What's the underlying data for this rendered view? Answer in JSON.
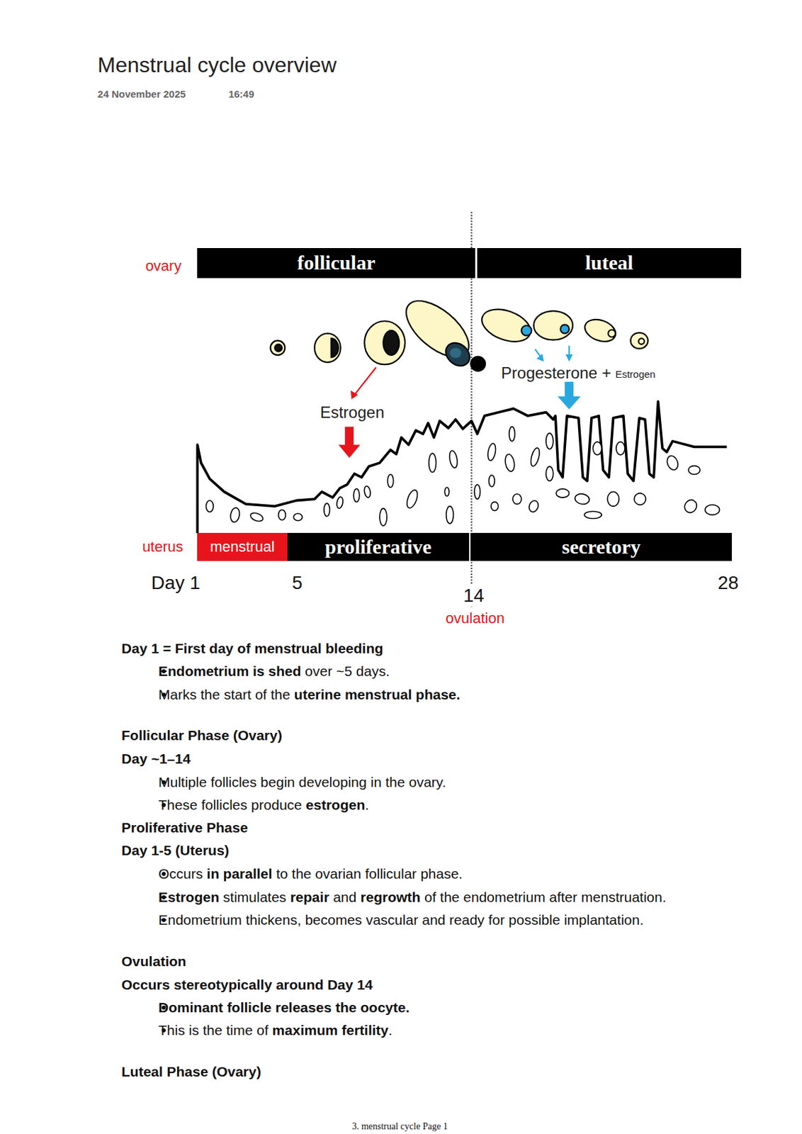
{
  "diagram": {
    "title": "Menstrual cycle overview",
    "nodes": [
      {
        "text": [
          "follicular"
        ]
      },
      {
        "text": [
          "luteal"
        ]
      },
      {
        "text": [
          "menstrual"
        ]
      },
      {
        "text": [
          "proliferative"
        ]
      },
      {
        "text": [
          "secretory"
        ]
      }
    ],
    "labels": [
      "24 November 2025",
      "16:49",
      "ovary",
      "Estrogen",
      "Progesterone +",
      "Estrogen",
      "uterus",
      "Day 1",
      "5",
      "14",
      "28",
      "ovulation",
      "Day 1 = First day of menstrual bleeding",
      "Endometrium is shed over ~5 days.",
      "Marks the start of the uterine menstrual phase.",
      "Follicular Phase (Ovary)",
      "Day ~1–14",
      "Multiple follicles begin developing in the ovary.",
      "These follicles produce estrogen.",
      "Proliferative Phase",
      "Day 1-5 (Uterus)",
      "Occurs in parallel to the ovarian follicular phase.",
      "Estrogen stimulates repair and regrowth of the endometrium after menstruation.",
      "Endometrium thickens, becomes vascular and ready for possible implantation.",
      "Ovulation",
      "Occurs stereotypically around Day 14",
      "Dominant follicle releases the oocyte.",
      "This is the time of maximum fertility.",
      "Luteal Phase (Ovary)",
      "3. menstrual cycle Page 1"
    ]
  }
}
